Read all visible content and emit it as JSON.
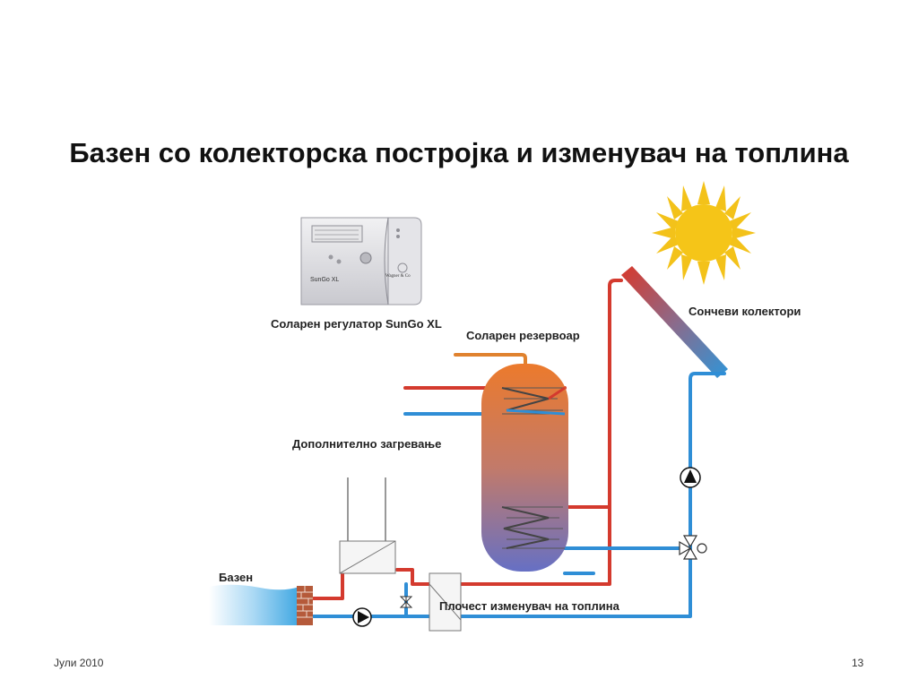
{
  "slide": {
    "title": "Базен со колекторска постројка и изменувач на топлина",
    "footer_left": "Јули 2010",
    "page_number": "13"
  },
  "labels": {
    "controller": "Соларен регулатор SunGo XL",
    "tank": "Соларен резервоар",
    "collectors": "Сончеви колектори",
    "auxiliary_heating": "Дополнително загревање",
    "pool": "Базен",
    "plate_exchanger": "Плочест изменувач на топлина",
    "controller_brand": "SunGo XL",
    "controller_maker": "Wagner & Co"
  },
  "colors": {
    "hot_pipe": "#d43a2e",
    "cold_pipe": "#2f8ed6",
    "tank_top": "#e87a30",
    "tank_bottom": "#6a72c0",
    "sun": "#f3c21a",
    "pool_water": "#5cb4e6"
  },
  "icons": [
    "sun-icon",
    "pump-icon",
    "valve-icon",
    "three-way-valve-icon",
    "brick-wall-icon"
  ]
}
